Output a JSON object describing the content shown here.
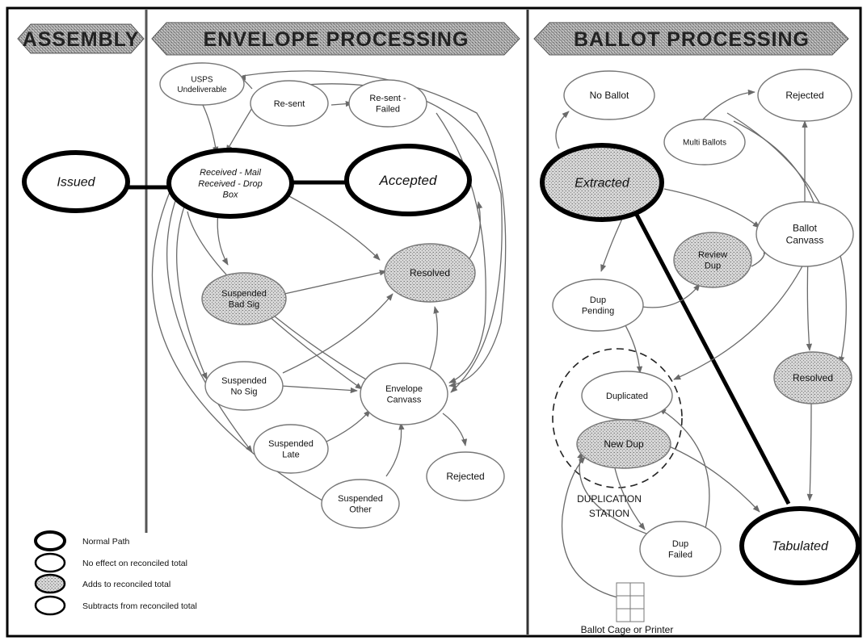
{
  "sections": {
    "assembly": "ASSEMBLY",
    "envelope": "ENVELOPE PROCESSING",
    "ballot": "BALLOT PROCESSING"
  },
  "nodes": {
    "issued": "Issued",
    "received": [
      "Received - Mail",
      "Received - Drop",
      "Box"
    ],
    "accepted": "Accepted",
    "usps": [
      "USPS",
      "Undeliverable"
    ],
    "resent": "Re-sent",
    "resent_failed": [
      "Re-sent -",
      "Failed"
    ],
    "susp_bad_sig": [
      "Suspended",
      "Bad Sig"
    ],
    "resolved_env": "Resolved",
    "susp_no_sig": [
      "Suspended",
      "No Sig"
    ],
    "envelope_canvass": [
      "Envelope",
      "Canvass"
    ],
    "susp_late": [
      "Suspended",
      "Late"
    ],
    "rejected_env": "Rejected",
    "susp_other": [
      "Suspended",
      "Other"
    ],
    "no_ballot": "No Ballot",
    "rejected_ballot": "Rejected",
    "multi_ballots": "Multi Ballots",
    "extracted": "Extracted",
    "ballot_canvass": [
      "Ballot",
      "Canvass"
    ],
    "review_dup": [
      "Review",
      "Dup"
    ],
    "dup_pending": [
      "Dup",
      "Pending"
    ],
    "resolved_ballot": "Resolved",
    "duplicated": "Duplicated",
    "new_dup": "New Dup",
    "dup_failed": [
      "Dup",
      "Failed"
    ],
    "tabulated": "Tabulated"
  },
  "labels": {
    "duplication_station": [
      "DUPLICATION",
      "STATION"
    ],
    "ballot_cage": "Ballot Cage or Printer"
  },
  "legend": [
    {
      "text": "Normal Path",
      "style": "normal"
    },
    {
      "text": "No effect on reconciled total",
      "style": "none"
    },
    {
      "text": "Adds to reconciled total",
      "style": "adds"
    },
    {
      "text": "Subtracts from reconciled total",
      "style": "subtracts"
    }
  ],
  "colors": {
    "stipple": "#c9c9c9",
    "edge": "#6a6a6a",
    "bold": "#000000"
  }
}
